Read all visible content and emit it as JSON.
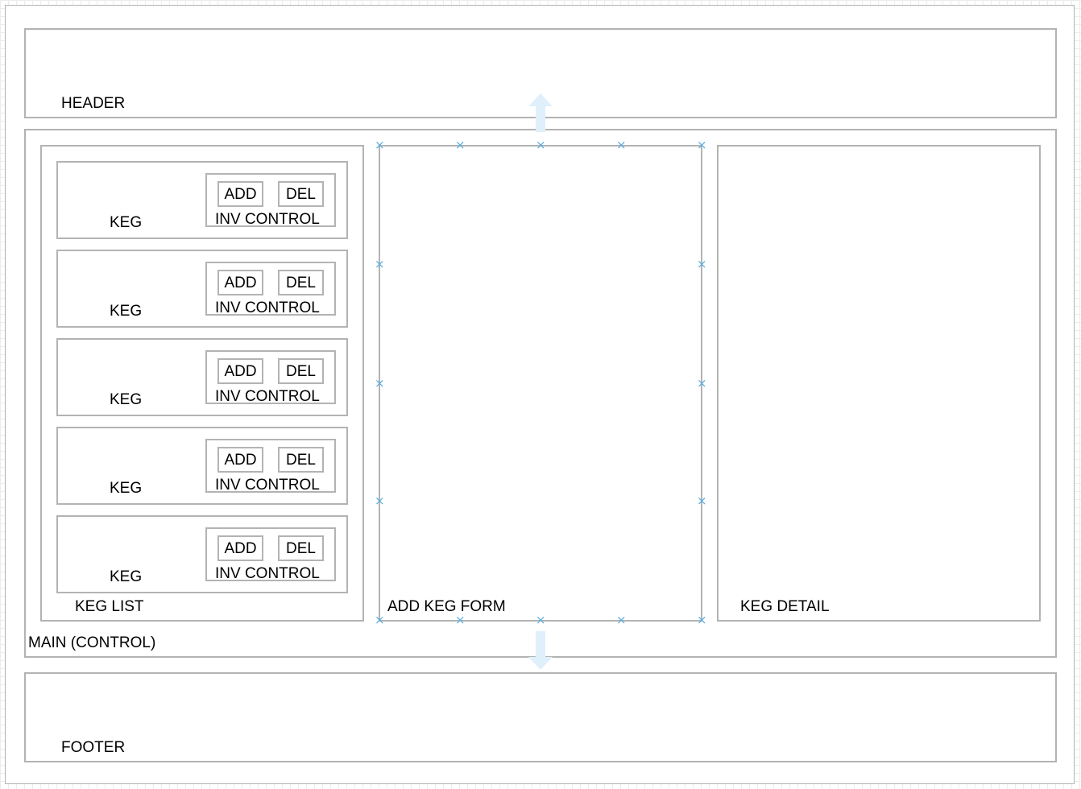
{
  "header": {
    "label": "HEADER"
  },
  "main": {
    "label": "MAIN (CONTROL)",
    "keg_list": {
      "label": "KEG LIST",
      "kegs": [
        {
          "label": "KEG",
          "inv_control": {
            "label": "INV CONTROL",
            "add": "ADD",
            "del": "DEL"
          }
        },
        {
          "label": "KEG",
          "inv_control": {
            "label": "INV CONTROL",
            "add": "ADD",
            "del": "DEL"
          }
        },
        {
          "label": "KEG",
          "inv_control": {
            "label": "INV CONTROL",
            "add": "ADD",
            "del": "DEL"
          }
        },
        {
          "label": "KEG",
          "inv_control": {
            "label": "INV CONTROL",
            "add": "ADD",
            "del": "DEL"
          }
        },
        {
          "label": "KEG",
          "inv_control": {
            "label": "INV CONTROL",
            "add": "ADD",
            "del": "DEL"
          }
        }
      ]
    },
    "add_keg_form": {
      "label": "ADD KEG FORM"
    },
    "keg_detail": {
      "label": "KEG DETAIL"
    }
  },
  "footer": {
    "label": "FOOTER"
  },
  "colors": {
    "border": "#b3b3b3",
    "selection": "#5aaee0",
    "arrow": "#dff0fb"
  }
}
